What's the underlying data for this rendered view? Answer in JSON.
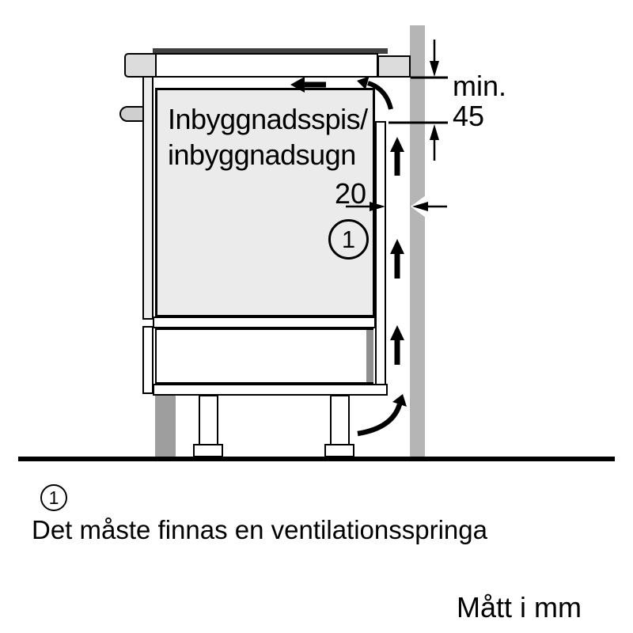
{
  "diagram": {
    "appliance_label": "Inbyggnadsspis/\ninbyggnadsugn",
    "min_label": "min.",
    "min_value": "45",
    "gap_value": "20",
    "callout_number": "1"
  },
  "caption": {
    "callout_number": "1",
    "text": "Det måste finnas en ventilationsspringa"
  },
  "footer": {
    "units_note": "Mått i mm"
  },
  "colors": {
    "wall": "#b5b5b5",
    "cabinet": "#ebebeb",
    "panel": "#ededed",
    "cap": "#dcdcdc",
    "handle": "#cfcfcf",
    "dark": "#8f8f8f",
    "shadow": "#9e9e9e",
    "hob": "#404040",
    "line": "#000000"
  }
}
